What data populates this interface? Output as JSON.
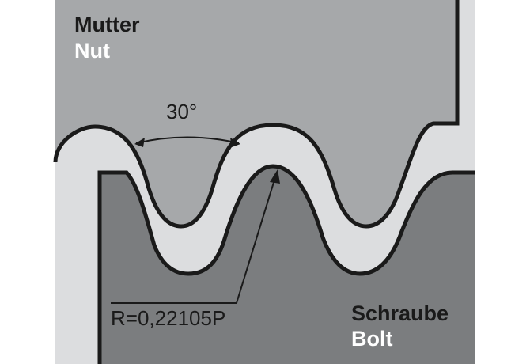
{
  "labels": {
    "nut_de": "Mutter",
    "nut_en": "Nut",
    "bolt_de": "Schraube",
    "bolt_en": "Bolt",
    "angle": "30°",
    "radius": "R=0,22105P"
  },
  "colors": {
    "nut_fill": "#a6a8aa",
    "bolt_fill": "#7b7d7f",
    "clearance_fill": "#dcdddf",
    "outline": "#1a1a1a",
    "text_dark": "#1a1a1a",
    "text_light": "#ffffff"
  }
}
